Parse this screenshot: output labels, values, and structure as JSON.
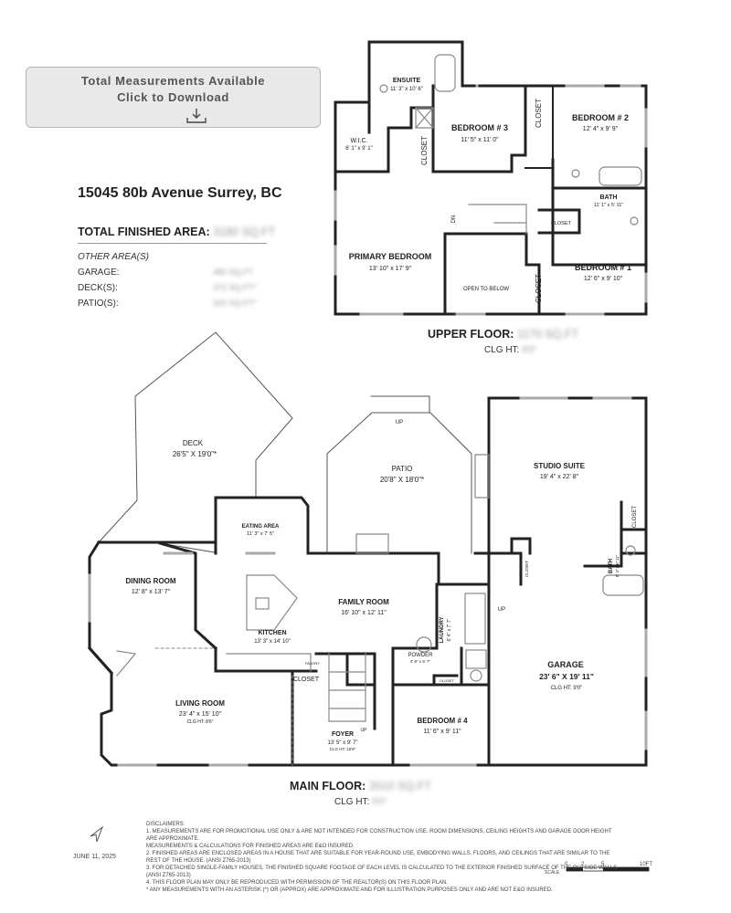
{
  "download": {
    "line1": "Total Measurements Available",
    "line2": "Click to Download"
  },
  "address": "15045 80b Avenue Surrey, BC",
  "total_finished_area": {
    "label": "TOTAL FINISHED AREA:",
    "value": "3180 SQ.FT"
  },
  "other_areas": {
    "heading": "OTHER AREA(S)",
    "rows": [
      {
        "label": "GARAGE:",
        "value": "480 SQ.FT"
      },
      {
        "label": "DECK(S):",
        "value": "372 SQ.FT*"
      },
      {
        "label": "PATIO(S):",
        "value": "320 SQ.FT*"
      }
    ]
  },
  "upper_floor": {
    "title": "UPPER FLOOR:",
    "area": "1170 SQ.FT",
    "clg_label": "CLG HT:",
    "clg_value": "8'0\"",
    "rooms": {
      "ensuite_name": "ENSUITE",
      "ensuite_dim": "11' 3\" x 10' 6\"",
      "wic_name": "W.I.C.",
      "wic_dim": "6' 1\" x 9' 1\"",
      "bed3_name": "BEDROOM # 3",
      "bed3_dim": "11' 5\" x 11' 0\"",
      "bed2_name": "BEDROOM # 2",
      "bed2_dim": "12' 4\" x 9' 9\"",
      "bath_name": "BATH",
      "bath_dim": "11' 1\" x 5' 11\"",
      "bed1_name": "BEDROOM # 1",
      "bed1_dim": "12' 6\" x 9' 10\"",
      "primary_name": "PRIMARY BEDROOM",
      "primary_dim": "13' 10\" x 17' 9\"",
      "closet": "CLOSET",
      "dn": "DN",
      "open_below": "OPEN TO BELOW"
    }
  },
  "main_floor": {
    "title": "MAIN FLOOR:",
    "area": "2010 SQ.FT",
    "clg_label": "CLG HT:",
    "clg_value": "9'0\"",
    "rooms": {
      "deck_name": "DECK",
      "deck_dim": "26'5\" X 19'0\"*",
      "patio_name": "PATIO",
      "patio_dim": "20'8\" X 18'0\"*",
      "studio_name": "STUDIO SUITE",
      "studio_dim": "19' 4\" x 22' 8\"",
      "eating_name": "EATING AREA",
      "eating_dim": "11' 3\" x 7' 5\"",
      "dining_name": "DINING ROOM",
      "dining_dim": "12' 8\" x 13' 7\"",
      "family_name": "FAMILY ROOM",
      "family_dim": "16' 10\" x 12' 11\"",
      "kitchen_name": "KITCHEN",
      "kitchen_dim": "13' 3\" x 14' 10\"",
      "laundry_name": "LAUNDRY",
      "laundry_dim": "6' 4\" x 7' 7\"",
      "powder_name": "POWDER",
      "powder_dim": "4' 9\" x 6' 7\"",
      "garage_name": "GARAGE",
      "garage_dim": "23' 6\" X 19' 11\"",
      "garage_clg": "CLG HT: 9'0\"",
      "living_name": "LIVING ROOM",
      "living_dim": "23' 4\" x 15' 10\"",
      "living_clg": "CLG HT: 8'6\"",
      "foyer_name": "FOYER",
      "foyer_dim": "13' 5\" x 9' 7\"",
      "foyer_clg": "CLG HT: 16'8\"",
      "bed4_name": "BEDROOM # 4",
      "bed4_dim": "11' 6\" x 9' 11\"",
      "bath_name": "BATH",
      "bath_dim": "8' 4\" x 6' 11\"",
      "closet": "CLOSET",
      "closet_small": "CLOSET",
      "pantry": "PANTRY",
      "up": "UP"
    }
  },
  "disclaimers": {
    "heading": "DISCLAIMERS:",
    "lines": [
      "1. MEASUREMENTS ARE FOR PROMOTIONAL USE ONLY & ARE NOT INTENDED FOR CONSTRUCTION USE. ROOM DIMENSIONS, CEILING HEIGHTS AND GARAGE DOOR HEIGHT ARE APPROXIMATE.",
      "MEASUREMENTS & CALCULATIONS FOR FINISHED AREAS ARE E&O INSURED.",
      "2. FINISHED AREAS ARE ENCLOSED AREAS IN A HOUSE THAT ARE SUITABLE FOR YEAR-ROUND USE, EMBODYING WALLS, FLOORS, AND CEILINGS THAT ARE SIMILAR TO THE REST OF THE HOUSE. (ANSI Z765-2013)",
      "3. FOR DETACHED SINGLE-FAMILY HOUSES, THE FINISHED SQUARE FOOTAGE OF EACH LEVEL IS CALCULATED TO THE EXTERIOR FINISHED SURFACE OF THE OUTSIDE WALLS. (ANSI Z765-2013)",
      "4. THIS FLOOR PLAN MAY ONLY BE REPRODUCED WITH PERMISSION OF THE REALTOR(S) ON THIS FLOOR PLAN.",
      "* ANY MEASUREMENTS WITH AN ASTERISK (*) OR (APPROX) ARE APPROXIMATE AND FOR ILLUSTRATION PURPOSES ONLY AND ARE NOT E&O INSURED."
    ]
  },
  "date": "JUNE 11, 2025",
  "scale": {
    "label": "SCALE",
    "ticks": [
      "0",
      "2",
      "5",
      "10FT"
    ]
  }
}
